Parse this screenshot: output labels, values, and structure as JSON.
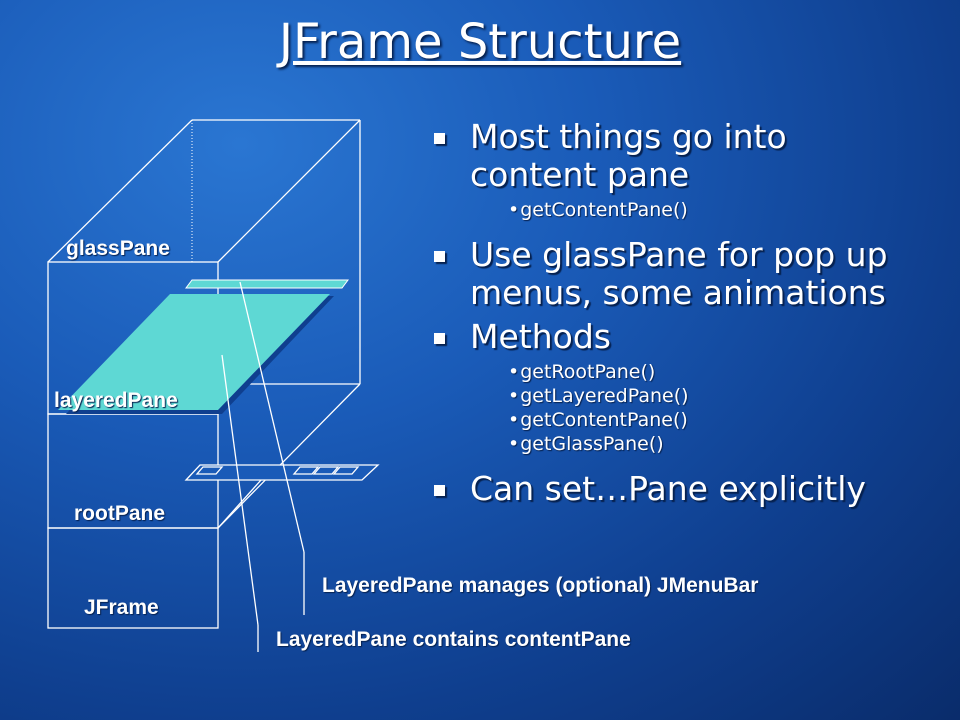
{
  "title": "JFrame Structure",
  "bullets": [
    {
      "text": "Most things go into content pane",
      "line1": "Most things go into",
      "line2": "content pane",
      "subs": [
        "getContentPane()"
      ]
    },
    {
      "line1": "Use glassPane for pop up",
      "line2": "menus, some animations",
      "subs": []
    },
    {
      "line1": "Methods",
      "line2": "",
      "subs": [
        "getRootPane()",
        "getLayeredPane()",
        "getContentPane()",
        "getGlassPane()"
      ]
    },
    {
      "line1": "Can set…Pane explicitly",
      "line2": "",
      "subs": []
    }
  ],
  "diagram": {
    "labels": {
      "glass": "glassPane",
      "layered": "layeredPane",
      "root": "rootPane",
      "frame": "JFrame"
    },
    "annotations": {
      "menubar": "LayeredPane manages (optional) JMenuBar",
      "content": "LayeredPane contains contentPane"
    }
  },
  "colors": {
    "panel": "#5ed8d4",
    "background": "#1a5bb8"
  }
}
